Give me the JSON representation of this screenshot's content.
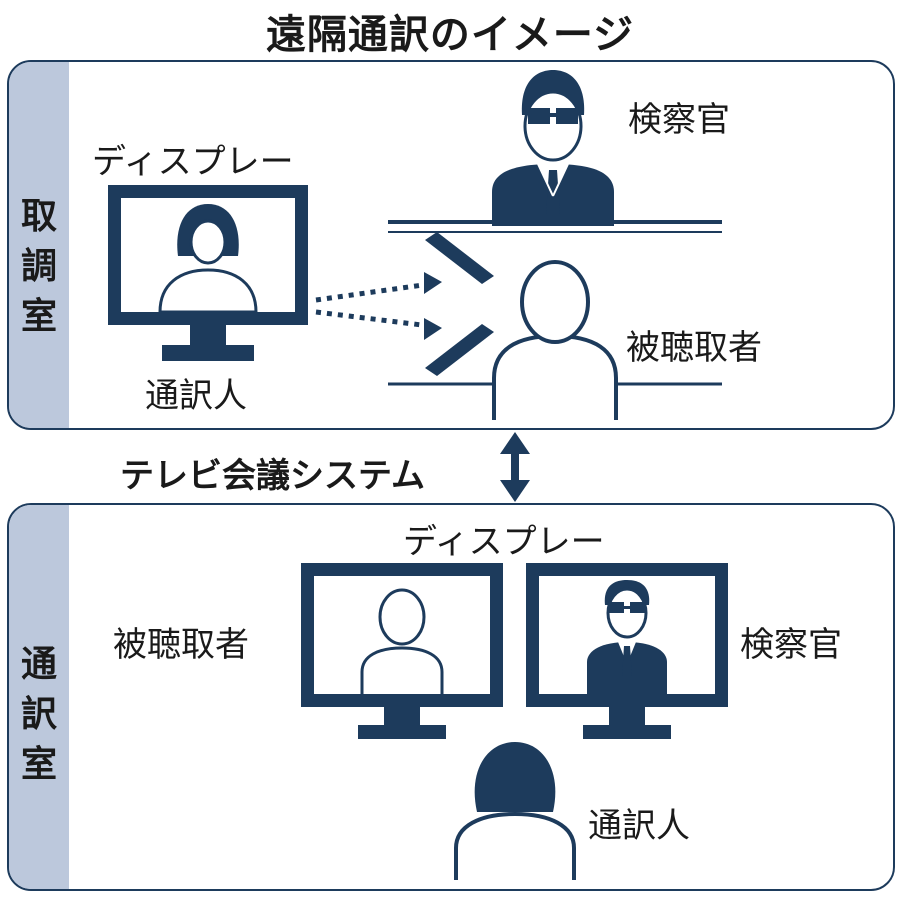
{
  "title": "遠隔通訳のイメージ",
  "top_room": {
    "side_label": "取調室",
    "display_label": "ディスプレー",
    "interpreter_label": "通訳人",
    "prosecutor_label": "検察官",
    "suspect_label": "被聴取者"
  },
  "link_label": "テレビ会議システム",
  "bottom_room": {
    "side_label": "通訳室",
    "display_label": "ディスプレー",
    "suspect_label": "被聴取者",
    "prosecutor_label": "検察官",
    "interpreter_label": "通訳人"
  },
  "colors": {
    "navy": "#1d3b5c",
    "side_strip": "#bcc8dc"
  }
}
